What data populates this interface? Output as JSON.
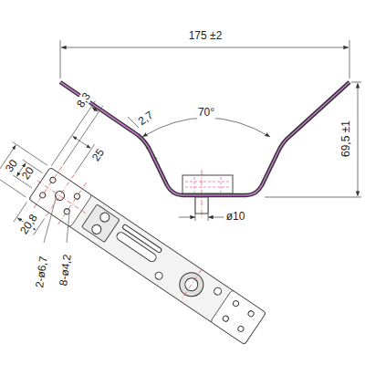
{
  "diagram": {
    "labels": [
      "175 ±2",
      "2,7",
      "70°",
      "69,5 ±1",
      "ø10",
      "8,3",
      "25",
      "30",
      "20",
      "20,8",
      "2-ø6,7",
      "8-ø4,2"
    ]
  }
}
